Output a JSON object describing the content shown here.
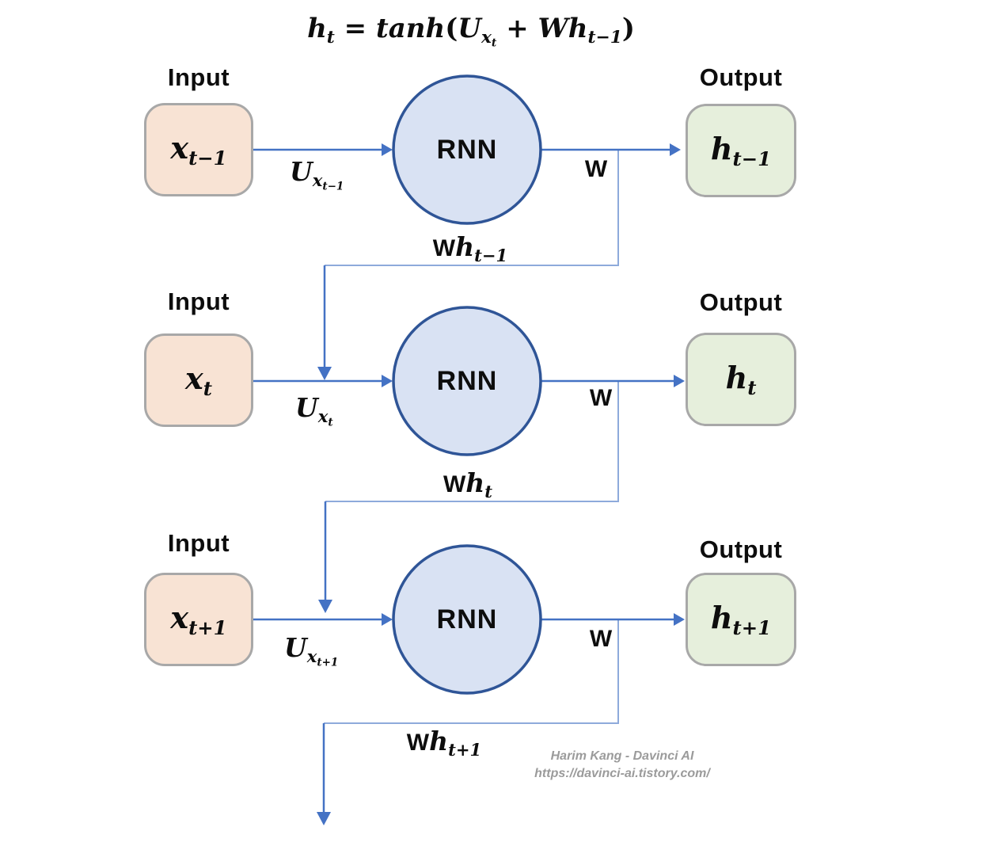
{
  "diagram_title_formula": {
    "h": "h",
    "h_sub": "t",
    "eq": " = ",
    "func": "tanh",
    "open": "(",
    "u": "U",
    "u_sub": "x",
    "u_subsub": "t",
    "plus": " + ",
    "wh": "Wh",
    "wh_sub": "t−1",
    "close": ")"
  },
  "rows": [
    {
      "input_label": "Input",
      "output_label": "Output",
      "rnn_label": "RNN",
      "input_base": "x",
      "input_sub": "t−1",
      "u_base": "U",
      "u_sub_base": "x",
      "u_sub_sub": "t−1",
      "w_label": "W",
      "wh_w": "W",
      "wh_h": "h",
      "wh_sub": "t−1",
      "output_base": "h",
      "output_sub": "t−1"
    },
    {
      "input_label": "Input",
      "output_label": "Output",
      "rnn_label": "RNN",
      "input_base": "x",
      "input_sub": "t",
      "u_base": "U",
      "u_sub_base": "x",
      "u_sub_sub": "t",
      "w_label": "W",
      "wh_w": "W",
      "wh_h": "h",
      "wh_sub": "t",
      "output_base": "h",
      "output_sub": "t"
    },
    {
      "input_label": "Input",
      "output_label": "Output",
      "rnn_label": "RNN",
      "input_base": "x",
      "input_sub": "t+1",
      "u_base": "U",
      "u_sub_base": "x",
      "u_sub_sub": "t+1",
      "w_label": "W",
      "wh_w": "W",
      "wh_h": "h",
      "wh_sub": "t+1",
      "output_base": "h",
      "output_sub": "t+1"
    }
  ],
  "watermark": {
    "line1": "Harim Kang - Davinci AI",
    "line2": "https://davinci-ai.tistory.com/"
  },
  "colors": {
    "arrow_blue": "#4472c4",
    "recurrent_light_blue": "#8eaadb",
    "rnn_fill": "#d9e2f3",
    "rnn_stroke": "#2f5597",
    "input_fill": "#f8e3d4",
    "output_fill": "#e6efdc",
    "box_border": "#a8a8a8",
    "watermark_gray": "#9b9b9b"
  }
}
